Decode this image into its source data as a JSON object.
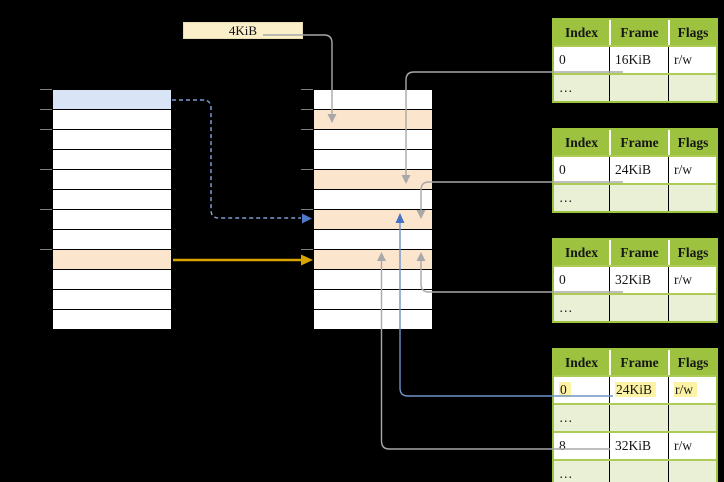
{
  "page_size_label": {
    "text": "4KiB"
  },
  "memory_maps": {
    "left": {
      "rows": 12,
      "highlights": [
        {
          "row": 0,
          "color_key": "row_blue"
        },
        {
          "row": 8,
          "color_key": "row_orange"
        }
      ]
    },
    "middle": {
      "rows": 12,
      "highlights": [
        {
          "row": 1,
          "color_key": "row_orange"
        },
        {
          "row": 4,
          "color_key": "row_orange"
        },
        {
          "row": 6,
          "color_key": "row_orange"
        },
        {
          "row": 8,
          "color_key": "row_orange"
        }
      ]
    }
  },
  "page_tables": [
    {
      "name": "page-table-1",
      "headers": [
        "Index",
        "Frame",
        "Flags"
      ],
      "rows": [
        {
          "cells": [
            "0",
            "16KiB",
            "r/w"
          ],
          "ellipsis": false,
          "highlight": false
        },
        {
          "cells": [
            "…",
            "",
            ""
          ],
          "ellipsis": true,
          "highlight": false
        }
      ]
    },
    {
      "name": "page-table-2",
      "headers": [
        "Index",
        "Frame",
        "Flags"
      ],
      "rows": [
        {
          "cells": [
            "0",
            "24KiB",
            "r/w"
          ],
          "ellipsis": false,
          "highlight": false
        },
        {
          "cells": [
            "…",
            "",
            ""
          ],
          "ellipsis": true,
          "highlight": false
        }
      ]
    },
    {
      "name": "page-table-3",
      "headers": [
        "Index",
        "Frame",
        "Flags"
      ],
      "rows": [
        {
          "cells": [
            "0",
            "32KiB",
            "r/w"
          ],
          "ellipsis": false,
          "highlight": false
        },
        {
          "cells": [
            "…",
            "",
            ""
          ],
          "ellipsis": true,
          "highlight": false
        }
      ]
    },
    {
      "name": "page-table-4",
      "headers": [
        "Index",
        "Frame",
        "Flags"
      ],
      "rows": [
        {
          "cells": [
            "0",
            "24KiB",
            "r/w"
          ],
          "ellipsis": false,
          "highlight": true
        },
        {
          "cells": [
            "…",
            "",
            ""
          ],
          "ellipsis": true,
          "highlight": false
        },
        {
          "cells": [
            "8",
            "32KiB",
            "r/w"
          ],
          "ellipsis": false,
          "highlight": false
        },
        {
          "cells": [
            "…",
            "",
            ""
          ],
          "ellipsis": true,
          "highlight": false
        }
      ]
    }
  ],
  "colors": {
    "table_header_green": "#9cc23f",
    "table_border_green": "#9cc43d",
    "table_separator_green": "#aecb55",
    "table_row_green": "#e9f0d6",
    "highlight_yellow": "#fdf3a4",
    "row_orange": "#fce5cd",
    "row_blue": "#d9e5f6",
    "label_cream": "#fbefc9",
    "arrow_gray": "#a8a8a8",
    "arrow_blue": "#4472c4",
    "arrow_blue_light": "#7e9cd1",
    "arrow_blue_line": "#6e93c8",
    "arrow_orange": "#d9a300",
    "tick_gray": "#7f7f7f"
  }
}
